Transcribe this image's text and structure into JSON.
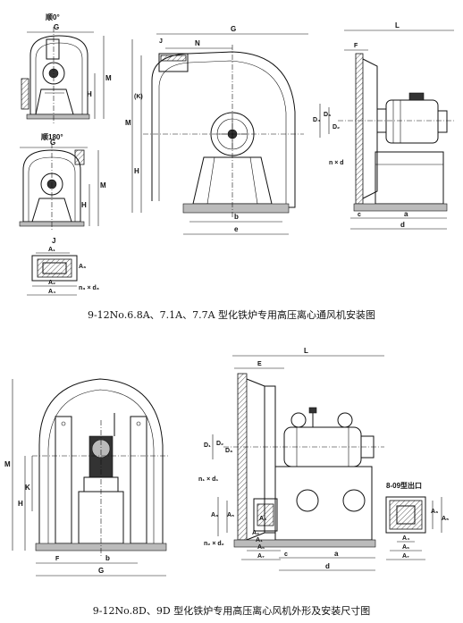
{
  "top_section": {
    "caption": "9-12No.6.8A、7.1A、7.7A 型化铁炉专用高压离心通风机安装图",
    "angle_0": "顺0°",
    "angle_180": "顺180°",
    "view_label_j": "J",
    "dims": {
      "g1": "G",
      "m1": "M",
      "h1": "H",
      "g2": "G",
      "m2": "M",
      "h2": "H",
      "j": "J",
      "n": "N",
      "g_main": "G",
      "k": "(K)",
      "m_main": "M",
      "h_main": "H",
      "b": "b",
      "e": "e",
      "l": "L",
      "f": "F",
      "d2": "D₂",
      "d3": "D₃",
      "d4": "D₄",
      "n_d": "n × d",
      "c": "c",
      "a": "a",
      "d": "d",
      "a1": "A₁",
      "a2": "A₂",
      "a4": "A₄",
      "a3": "A₃",
      "n3_d3": "n₃ × d₃"
    }
  },
  "bottom_section": {
    "caption": "9-12No.8D、9D 型化铁炉专用高压离心风机外形及安装尺寸图",
    "outlet_title": "8-09型出口",
    "dims": {
      "m": "M",
      "h": "H",
      "k": "K",
      "f": "F",
      "b": "b",
      "g": "G",
      "l": "L",
      "e": "E",
      "d1": "D₁",
      "d2": "D₂",
      "d3": "D₃",
      "n1_d1": "n₁ × d₁",
      "n2_d2": "n₂ × d₂",
      "a3": "A₃",
      "a4": "A₄",
      "a5": "A₅",
      "a2": "A₂",
      "a1": "A₁",
      "a6": "A₆",
      "a7": "A₇",
      "c": "c",
      "a": "a",
      "d": "d",
      "oa3": "A₃",
      "oa5": "A₅",
      "oa4": "A₄",
      "oa6": "A₆",
      "oa7": "A₇"
    }
  }
}
